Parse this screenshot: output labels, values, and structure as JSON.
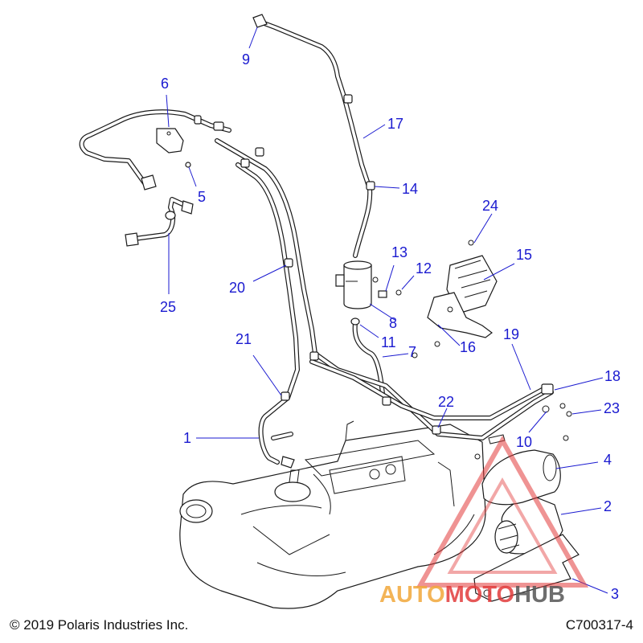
{
  "diagram": {
    "callouts": [
      {
        "id": "1",
        "label": "1"
      },
      {
        "id": "2",
        "label": "2"
      },
      {
        "id": "3",
        "label": "3"
      },
      {
        "id": "4",
        "label": "4"
      },
      {
        "id": "5",
        "label": "5"
      },
      {
        "id": "6",
        "label": "6"
      },
      {
        "id": "7",
        "label": "7"
      },
      {
        "id": "8",
        "label": "8"
      },
      {
        "id": "9",
        "label": "9"
      },
      {
        "id": "10",
        "label": "10"
      },
      {
        "id": "11",
        "label": "11"
      },
      {
        "id": "12",
        "label": "12"
      },
      {
        "id": "13",
        "label": "13"
      },
      {
        "id": "14",
        "label": "14"
      },
      {
        "id": "15",
        "label": "15"
      },
      {
        "id": "16",
        "label": "16"
      },
      {
        "id": "17",
        "label": "17"
      },
      {
        "id": "18",
        "label": "18"
      },
      {
        "id": "19",
        "label": "19"
      },
      {
        "id": "20",
        "label": "20"
      },
      {
        "id": "21",
        "label": "21"
      },
      {
        "id": "22",
        "label": "22"
      },
      {
        "id": "23",
        "label": "23"
      },
      {
        "id": "24",
        "label": "24"
      },
      {
        "id": "25",
        "label": "25"
      }
    ],
    "callout_color": "#1a1ad0",
    "line_color": "#1a1a1a"
  },
  "footer": {
    "copyright": "© 2019 Polaris Industries Inc.",
    "drawing_id": "C700317-4"
  },
  "watermark": {
    "text_a": "AUTO",
    "text_b": "MOTO",
    "text_c": "HUB",
    "color_a": "#f2a83a",
    "color_b": "#e23b3b",
    "color_c": "#555555"
  }
}
